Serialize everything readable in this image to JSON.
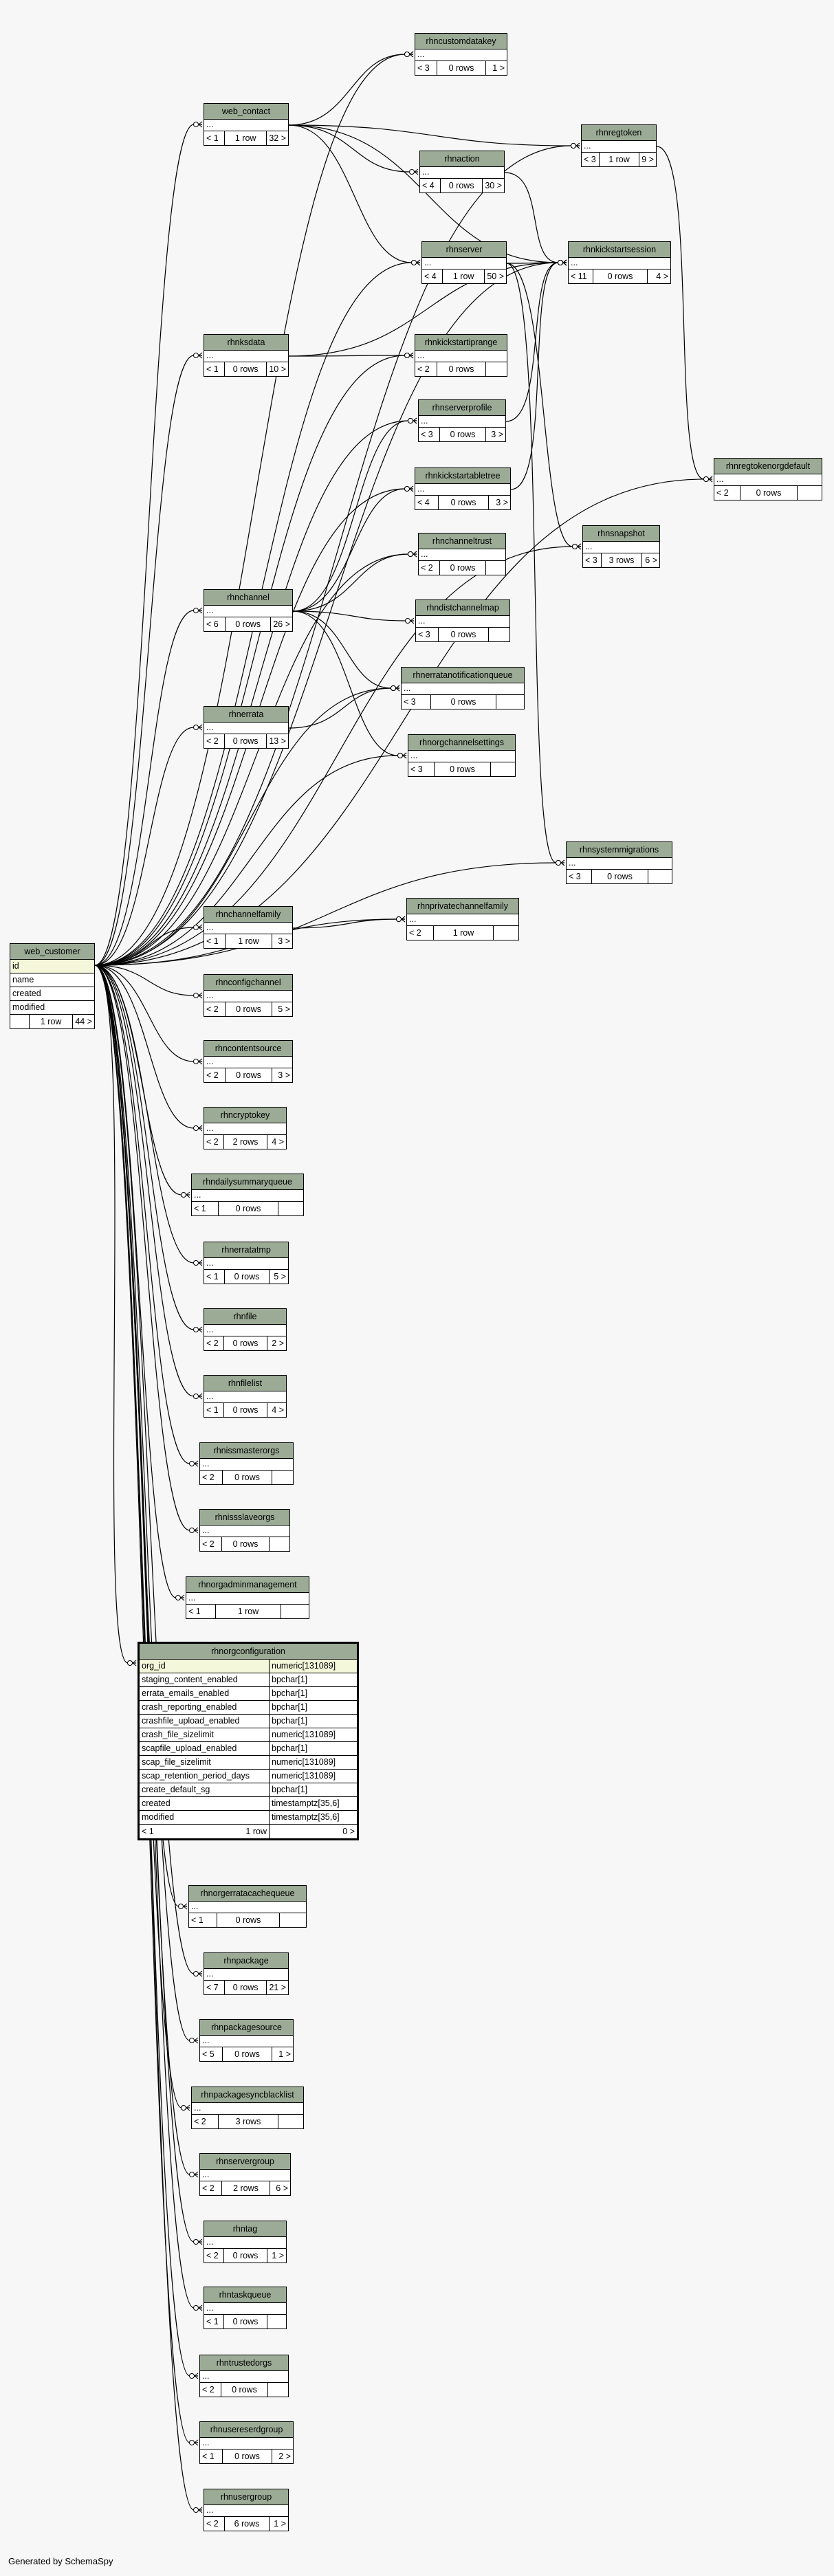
{
  "footer": "Generated by SchemaSpy",
  "main_table": {
    "name": "web_customer",
    "columns": [
      "id",
      "name",
      "created",
      "modified"
    ],
    "footer": {
      "left": "",
      "rows": "1 row",
      "right": "44 >"
    }
  },
  "config_table": {
    "name": "rhnorgconfiguration",
    "columns": [
      {
        "name": "org_id",
        "type": "numeric[131089]"
      },
      {
        "name": "staging_content_enabled",
        "type": "bpchar[1]"
      },
      {
        "name": "errata_emails_enabled",
        "type": "bpchar[1]"
      },
      {
        "name": "crash_reporting_enabled",
        "type": "bpchar[1]"
      },
      {
        "name": "crashfile_upload_enabled",
        "type": "bpchar[1]"
      },
      {
        "name": "crash_file_sizelimit",
        "type": "numeric[131089]"
      },
      {
        "name": "scapfile_upload_enabled",
        "type": "bpchar[1]"
      },
      {
        "name": "scap_file_sizelimit",
        "type": "numeric[131089]"
      },
      {
        "name": "scap_retention_period_days",
        "type": "numeric[131089]"
      },
      {
        "name": "create_default_sg",
        "type": "bpchar[1]"
      },
      {
        "name": "created",
        "type": "timestamptz[35,6]"
      },
      {
        "name": "modified",
        "type": "timestamptz[35,6]"
      }
    ],
    "footer": {
      "left": "< 1",
      "rows": "1 row",
      "right": "0 >"
    }
  },
  "tables": [
    {
      "id": "rhncustomdatakey",
      "name": "rhncustomdatakey",
      "left": "< 3",
      "rows": "0 rows",
      "right": "1 >"
    },
    {
      "id": "web_contact",
      "name": "web_contact",
      "left": "< 1",
      "rows": "1 row",
      "right": "32 >"
    },
    {
      "id": "rhnregtoken",
      "name": "rhnregtoken",
      "left": "< 3",
      "rows": "1 row",
      "right": "9 >"
    },
    {
      "id": "rhnaction",
      "name": "rhnaction",
      "left": "< 4",
      "rows": "0 rows",
      "right": "30 >"
    },
    {
      "id": "rhnkickstartsession",
      "name": "rhnkickstartsession",
      "left": "< 11",
      "rows": "0 rows",
      "right": "4 >"
    },
    {
      "id": "rhnserver",
      "name": "rhnserver",
      "left": "< 4",
      "rows": "1 row",
      "right": "50 >"
    },
    {
      "id": "rhnksdata",
      "name": "rhnksdata",
      "left": "< 1",
      "rows": "0 rows",
      "right": "10 >"
    },
    {
      "id": "rhnkickstartiprange",
      "name": "rhnkickstartiprange",
      "left": "< 2",
      "rows": "0 rows",
      "right": ""
    },
    {
      "id": "rhnserverprofile",
      "name": "rhnserverprofile",
      "left": "< 3",
      "rows": "0 rows",
      "right": "3 >"
    },
    {
      "id": "rhnregtokenorgdefault",
      "name": "rhnregtokenorgdefault",
      "left": "< 2",
      "rows": "0 rows",
      "right": ""
    },
    {
      "id": "rhnkickstartabletree",
      "name": "rhnkickstartabletree",
      "left": "< 4",
      "rows": "0 rows",
      "right": "3 >"
    },
    {
      "id": "rhnsnapshot",
      "name": "rhnsnapshot",
      "left": "< 3",
      "rows": "3 rows",
      "right": "6 >"
    },
    {
      "id": "rhnchanneltrust",
      "name": "rhnchanneltrust",
      "left": "< 2",
      "rows": "0 rows",
      "right": ""
    },
    {
      "id": "rhnchannel",
      "name": "rhnchannel",
      "left": "< 6",
      "rows": "0 rows",
      "right": "26 >"
    },
    {
      "id": "rhndistchannelmap",
      "name": "rhndistchannelmap",
      "left": "< 3",
      "rows": "0 rows",
      "right": ""
    },
    {
      "id": "rhnerratanotificationqueue",
      "name": "rhnerratanotificationqueue",
      "left": "< 3",
      "rows": "0 rows",
      "right": ""
    },
    {
      "id": "rhnerrata",
      "name": "rhnerrata",
      "left": "< 2",
      "rows": "0 rows",
      "right": "13 >"
    },
    {
      "id": "rhnorgchannelsettings",
      "name": "rhnorgchannelsettings",
      "left": "< 3",
      "rows": "0 rows",
      "right": ""
    },
    {
      "id": "rhnsystemmigrations",
      "name": "rhnsystemmigrations",
      "left": "< 3",
      "rows": "0 rows",
      "right": ""
    },
    {
      "id": "rhnchannelfamily",
      "name": "rhnchannelfamily",
      "left": "< 1",
      "rows": "1 row",
      "right": "3 >"
    },
    {
      "id": "rhnprivatechannelfamily",
      "name": "rhnprivatechannelfamily",
      "left": "< 2",
      "rows": "1 row",
      "right": ""
    },
    {
      "id": "rhnconfigchannel",
      "name": "rhnconfigchannel",
      "left": "< 2",
      "rows": "0 rows",
      "right": "5 >"
    },
    {
      "id": "rhncontentsource",
      "name": "rhncontentsource",
      "left": "< 2",
      "rows": "0 rows",
      "right": "3 >"
    },
    {
      "id": "rhncryptokey",
      "name": "rhncryptokey",
      "left": "< 2",
      "rows": "2 rows",
      "right": "4 >"
    },
    {
      "id": "rhndailysummaryqueue",
      "name": "rhndailysummaryqueue",
      "left": "< 1",
      "rows": "0 rows",
      "right": ""
    },
    {
      "id": "rhnerratatmp",
      "name": "rhnerratatmp",
      "left": "< 1",
      "rows": "0 rows",
      "right": "5 >"
    },
    {
      "id": "rhnfile",
      "name": "rhnfile",
      "left": "< 2",
      "rows": "0 rows",
      "right": "2 >"
    },
    {
      "id": "rhnfilelist",
      "name": "rhnfilelist",
      "left": "< 1",
      "rows": "0 rows",
      "right": "4 >"
    },
    {
      "id": "rhnissmasterorgs",
      "name": "rhnissmasterorgs",
      "left": "< 2",
      "rows": "0 rows",
      "right": ""
    },
    {
      "id": "rhnissslaveorgs",
      "name": "rhnissslaveorgs",
      "left": "< 2",
      "rows": "0 rows",
      "right": ""
    },
    {
      "id": "rhnorgadminmanagement",
      "name": "rhnorgadminmanagement",
      "left": "< 1",
      "rows": "1 row",
      "right": ""
    },
    {
      "id": "rhnorgerratacachequeue",
      "name": "rhnorgerratacachequeue",
      "left": "< 1",
      "rows": "0 rows",
      "right": ""
    },
    {
      "id": "rhnpackage",
      "name": "rhnpackage",
      "left": "< 7",
      "rows": "0 rows",
      "right": "21 >"
    },
    {
      "id": "rhnpackagesource",
      "name": "rhnpackagesource",
      "left": "< 5",
      "rows": "0 rows",
      "right": "1 >"
    },
    {
      "id": "rhnpackagesyncblacklist",
      "name": "rhnpackagesyncblacklist",
      "left": "< 2",
      "rows": "3 rows",
      "right": ""
    },
    {
      "id": "rhnservergroup",
      "name": "rhnservergroup",
      "left": "< 2",
      "rows": "2 rows",
      "right": "6 >"
    },
    {
      "id": "rhntag",
      "name": "rhntag",
      "left": "< 2",
      "rows": "0 rows",
      "right": "1 >"
    },
    {
      "id": "rhntaskqueue",
      "name": "rhntaskqueue",
      "left": "< 1",
      "rows": "0 rows",
      "right": ""
    },
    {
      "id": "rhntrustedorgs",
      "name": "rhntrustedorgs",
      "left": "< 2",
      "rows": "0 rows",
      "right": ""
    },
    {
      "id": "rhnusereserdgroup",
      "name": "rhnusereserdgroup",
      "left": "< 1",
      "rows": "0 rows",
      "right": "2 >"
    },
    {
      "id": "rhnusergroup",
      "name": "rhnusergroup",
      "left": "< 2",
      "rows": "6 rows",
      "right": "1 >"
    }
  ]
}
